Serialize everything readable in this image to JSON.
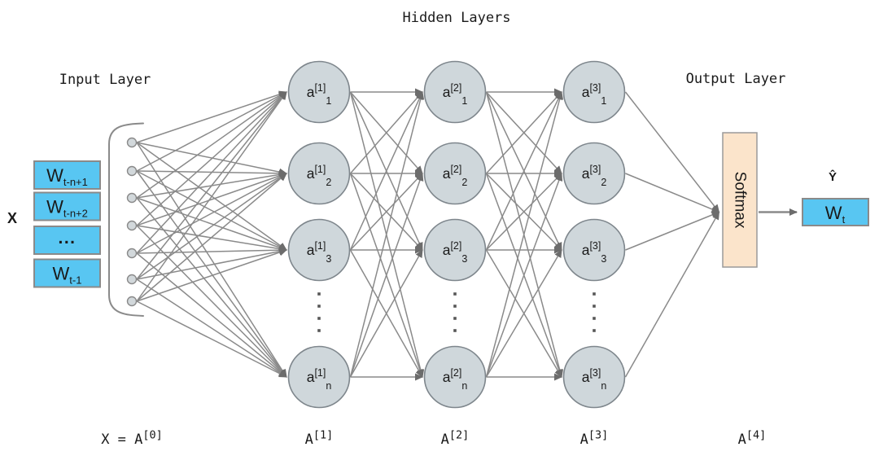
{
  "colors": {
    "box_fill": "#58C6F2",
    "box_stroke": "#8a8a8a",
    "node_fill": "#CFD7DB",
    "node_stroke": "#7e868c",
    "edge": "#8a8a8a",
    "arrow": "#6c6c6c",
    "softmax_fill": "#FBE4CB",
    "softmax_stroke": "#9a9a9a",
    "dot_fill": "#565656",
    "text": "#1a1a1a"
  },
  "header": {
    "title": "Hidden Layers"
  },
  "input_layer": {
    "label": "Input Layer",
    "x_label": "X",
    "boxes": [
      {
        "main": "W",
        "sub": "t-n+1"
      },
      {
        "main": "W",
        "sub": "t-n+2"
      },
      {
        "main": "...",
        "sub": ""
      },
      {
        "main": "W",
        "sub": "t-1"
      }
    ],
    "bottom_label": {
      "pre": "X = ",
      "main": "A",
      "sup": "[0]"
    }
  },
  "hidden_layers": {
    "columns": [
      {
        "base": "a",
        "sup": "[1]",
        "subs": [
          "1",
          "2",
          "3",
          "n"
        ],
        "bottom_label": {
          "main": "A",
          "sup": "[1]"
        }
      },
      {
        "base": "a",
        "sup": "[2]",
        "subs": [
          "1",
          "2",
          "3",
          "n"
        ],
        "bottom_label": {
          "main": "A",
          "sup": "[2]"
        }
      },
      {
        "base": "a",
        "sup": "[3]",
        "subs": [
          "1",
          "2",
          "3",
          "n"
        ],
        "bottom_label": {
          "main": "A",
          "sup": "[3]"
        }
      }
    ]
  },
  "output_layer": {
    "label": "Output Layer",
    "softmax_label": "Softmax",
    "y_hat_label": "Ŷ",
    "box": {
      "main": "W",
      "sub": "t"
    },
    "bottom_label": {
      "main": "A",
      "sup": "[4]"
    }
  }
}
